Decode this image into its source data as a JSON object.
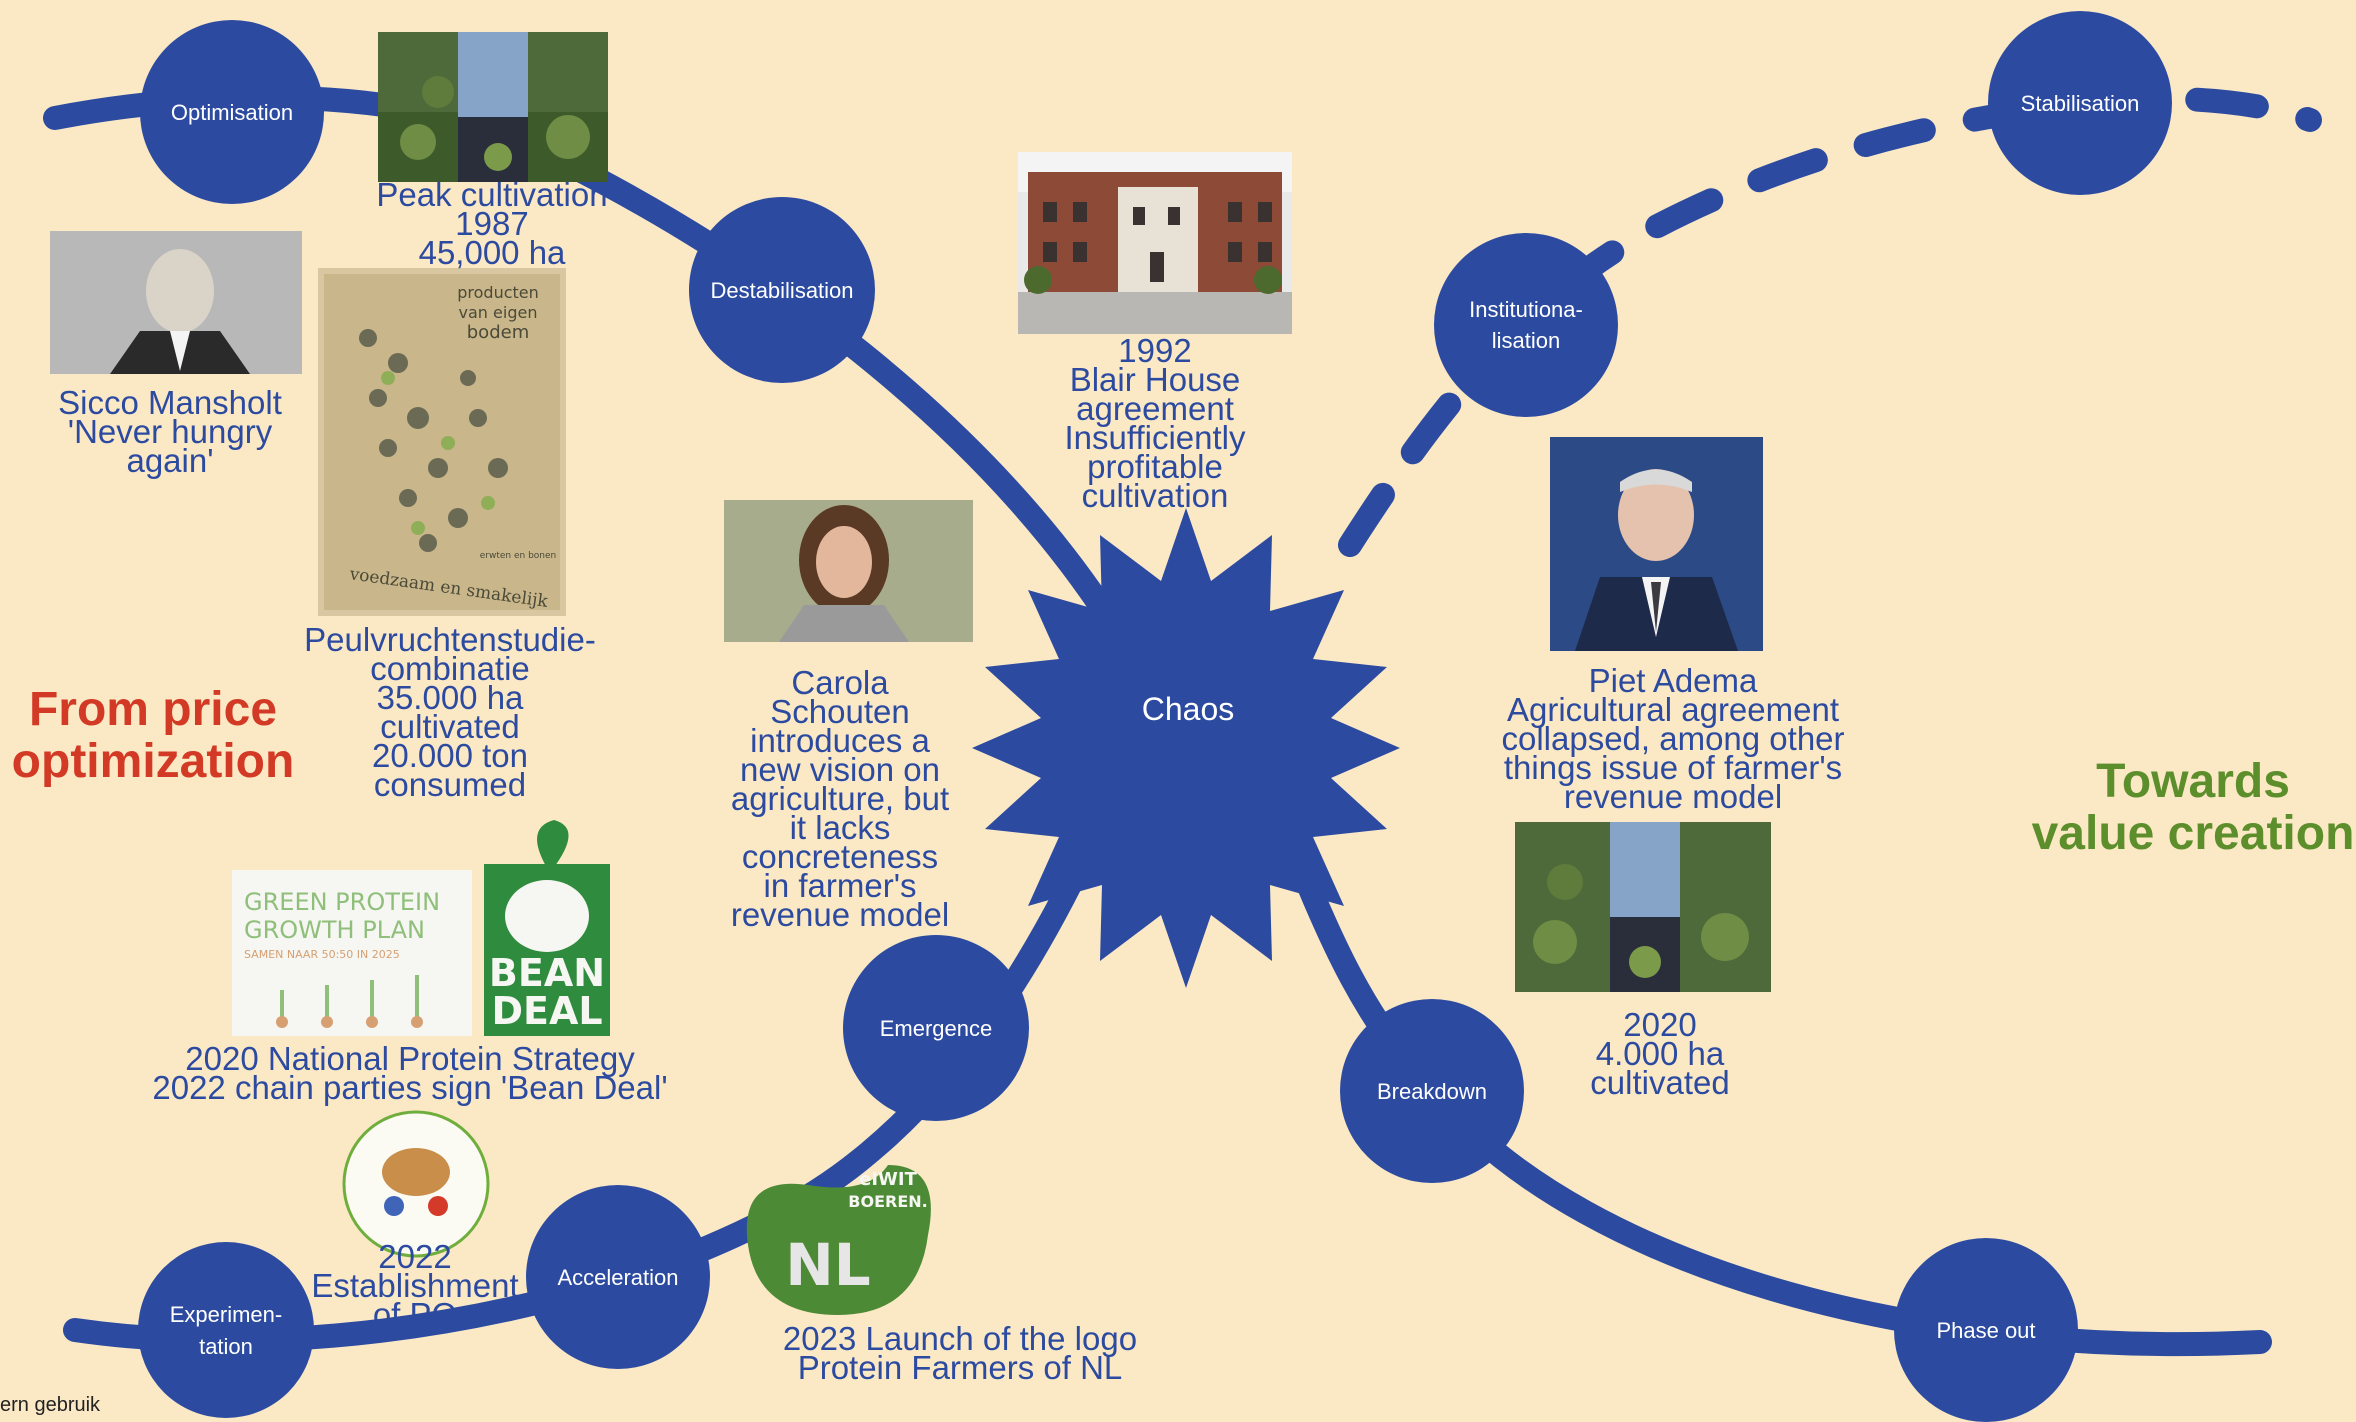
{
  "phases": {
    "optimisation": "Optimisation",
    "destabilisation": "Destabilisation",
    "chaos": "Chaos",
    "institutionalisation_line1": "Institutiona-",
    "institutionalisation_line2": "lisation",
    "stabilisation": "Stabilisation",
    "emergence": "Emergence",
    "acceleration": "Acceleration",
    "experimentation_line1": "Experimen-",
    "experimentation_line2": "tation",
    "breakdown": "Breakdown",
    "phase_out": "Phase out"
  },
  "captions": {
    "peak": [
      "Peak cultivation",
      "1987",
      "45,000 ha"
    ],
    "mansholt": [
      "Sicco Mansholt",
      "'Never hungry",
      "again'"
    ],
    "peulvrucht": [
      "Peulvruchtenstudie-",
      "combinatie",
      "35.000 ha",
      "cultivated",
      "20.000 ton",
      "consumed"
    ],
    "blair": [
      "1992",
      "Blair House",
      "agreement",
      "Insufficiently",
      "profitable",
      "cultivation"
    ],
    "carola": [
      "Carola",
      "Schouten",
      "introduces a",
      "new vision on",
      "agriculture, but",
      "it lacks",
      "concreteness",
      "in farmer's",
      "revenue model"
    ],
    "adema": [
      "Piet Adema",
      "Agricultural agreement",
      "collapsed, among other",
      "things issue of farmer's",
      "revenue model"
    ],
    "year2020": [
      "2020",
      "4.000 ha",
      "cultivated"
    ],
    "protein": [
      "2020 National Protein Strategy",
      "2022 chain parties sign 'Bean Deal'"
    ],
    "po": [
      "2022",
      "Establishment",
      "of PO"
    ],
    "logo": [
      "2023 Launch of the logo",
      "Protein Farmers of NL"
    ]
  },
  "headings": {
    "left_line1": "From price",
    "left_line2": "optimization",
    "right_line1": "Towards",
    "right_line2": "value creation"
  },
  "images": {
    "poster_top": "producten",
    "poster_mid1": "van eigen",
    "poster_mid2": "bodem",
    "poster_bottom": "voedzaam en smakelijk",
    "poster_small": "erwten en bonen",
    "green_protein_line1": "GREEN PROTEIN",
    "green_protein_line2": "GROWTH PLAN",
    "green_protein_line3": "SAMEN NAAR 50:50 IN 2025",
    "bean_deal_line1": "BEAN",
    "bean_deal_line2": "DEAL",
    "eiwit_line1": "eIWIT",
    "eiwit_line2": "BOEREN.",
    "eiwit_nl": "NL"
  },
  "footer": "ern gebruik",
  "colors": {
    "background": "#fbe9c6",
    "curve": "#2c4ba0",
    "caption": "#2c4ba0",
    "left_heading": "#d33a26",
    "right_heading": "#5d8e2c"
  }
}
